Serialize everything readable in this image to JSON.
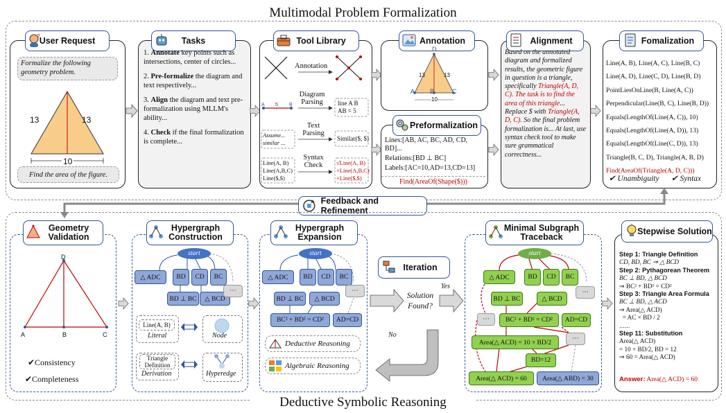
{
  "titles": {
    "top": "Multimodal Problem Formalization",
    "bottom": "Deductive Symbolic Reasoning",
    "feedback": "Feedback and Refinement"
  },
  "user_request": {
    "header": "User Request",
    "prompt": "Formalize the following geometry problem.",
    "side_left": "13",
    "side_right": "13",
    "base": "10",
    "question": "Find the area of the figure."
  },
  "tasks": {
    "header": "Tasks",
    "items": [
      {
        "num": "1.",
        "bold": "Annotate",
        "rest": " key points such as intersections, center of circles..."
      },
      {
        "num": "2.",
        "bold": "Pre-formalize",
        "rest": " the diagram and text respectively..."
      },
      {
        "num": "3.",
        "bold": "Align",
        "rest": " the diagram and text pre-formalization using MLLM's ability..."
      },
      {
        "num": "4.",
        "bold": "Check",
        "rest": " if the final formalization is complete..."
      }
    ]
  },
  "tool_library": {
    "header": "Tool Library",
    "annotation": "Annotation",
    "diagram_parsing": "Diagram Parsing",
    "dp_A": "A",
    "dp_5": "5",
    "dp_B": "B",
    "dp_out1": "line A B",
    "dp_out2": "AB = 5",
    "text_parsing": "Text Parsing",
    "tp_in1": "Assume...",
    "tp_in2": "similar ...",
    "tp_out": "Similar($, $)",
    "syntax_check": "Syntax Check",
    "sc_in": [
      "Line(A, B)",
      "Line(A,B,C)",
      "Line($,$)"
    ],
    "sc_out": [
      "√Line(A, B)",
      "×Line(A,B,C)",
      "×Line($,$)"
    ]
  },
  "annotation": {
    "header": "Annotation",
    "D": "D",
    "A": "A",
    "B": "B",
    "C": "C",
    "side_left": "13",
    "side_right": "13",
    "base": "10"
  },
  "preformalization": {
    "header": "Preformalization",
    "lines": [
      "Lines:[AB, AC, BC, AD, CD, BD]...",
      "Relations:[BD ⊥ BC]",
      "Labels:[AC=10,AD=13,CD=13]"
    ],
    "goal": "Find(AreaOf(Shape($)))"
  },
  "alignment": {
    "header": "Alignment",
    "t1": "Based on the annotated diagram and formalized results, the geometric figure in question is a triangle, specifically ",
    "r1": "Triangle(A, D, C). The task is to find the area of this triangle",
    "t2": "... Replace $ with ",
    "r2": "Triangle(A, D, C).",
    "t3": " So the final problem formalization is... At last, use syntax check tool to make sure grammatical correctness..."
  },
  "formalization": {
    "header": "Fomalization",
    "lines": [
      "Line(A, B), Line(A, C), Line(B, C)",
      "Line(A, D), Line(C, D), Line(B, D)",
      "PointLiesOnLine(B, Line(A, C))",
      "Perpendicular(Line(B, C), Line(B, D))",
      "Equals(LengthOf(Line(A, C)), 10)",
      "Equals(LengthOf(Line(A, D)), 13)",
      "Equals(LengthOf(Line(C, D)), 13)",
      "Triangle(B, C, D), Triangle(A, B, D)"
    ],
    "goal": "Find(AreaOf(Triangle(A, D, C)))",
    "check1": "✔ Unambiguity",
    "check2": "✔ Syntax"
  },
  "geometry_validation": {
    "header": "Geometry Validation",
    "D": "D",
    "A": "A",
    "B": "B",
    "C": "C",
    "check1": "✔Consistency",
    "check2": "✔Completeness"
  },
  "hyper_construction": {
    "header": "Hypergraph Construction",
    "start": "start",
    "n1": "△ ADC",
    "n2": "BD",
    "n3": "CD",
    "n4": "BC",
    "n5": "BD ⊥ BC",
    "n6": "△ BCD",
    "dots": "···",
    "literal_card": "Line(A, B)",
    "literal": "Literal",
    "node": "Node",
    "deriv_card": "Triangle Definition",
    "derivation": "Derivation",
    "hyperedge": "Hyperedge"
  },
  "hyper_expansion": {
    "header": "Hypergraph Expansion",
    "start": "start",
    "n1": "△ ADC",
    "n2": "BD",
    "n3": "CD",
    "n4": "BC",
    "n5": "BD ⊥ BC",
    "n6": "△ BCD",
    "dots": "···",
    "n7": "BC² + BD² = CD²",
    "n8": "AD=CD",
    "deductive": "Deductive Reasoning",
    "algebraic": "Algebraic Reasoning"
  },
  "iteration": {
    "header": "Iteration",
    "question_1": "Solution",
    "question_2": "Found?",
    "yes": "Yes",
    "no": "No"
  },
  "traceback": {
    "header": "Minimal Subgraph Traceback",
    "start": "start",
    "n1": "△ ADC",
    "n2": "BD",
    "n3": "CD",
    "n4": "BC",
    "n5": "BD ⊥ BC",
    "n6": "△ BCD",
    "dots": "···",
    "n7": "BC² + BD² = CD²",
    "n8": "AD=CD",
    "n9": "Area(△ ACD) = 10 × BD/2",
    "n10": "BD=12",
    "n11": "Area(△ ACD) = 60",
    "n12": "Area(△ ABD) = 30"
  },
  "solution": {
    "header": "Stepwise Solution",
    "lines": [
      {
        "b": true,
        "t": "Step 1: Triangle Definition"
      },
      {
        "b": false,
        "t": "CD, BD, BC ⇒ △ BCD"
      },
      {
        "b": true,
        "t": "Step 2: Pythagorean Theorem"
      },
      {
        "b": false,
        "t": "BC ⊥ BD, △ BCD"
      },
      {
        "b": false,
        "t": "⇒ BC² + BD² = CD²"
      },
      {
        "b": true,
        "t": "Step 3: Triangle Area Formula"
      },
      {
        "b": false,
        "t": "BC ⊥ BD, △ ACD"
      },
      {
        "b": false,
        "t": "⇒ Area(△ ACD)"
      },
      {
        "b": false,
        "t": "  = AC × BD / 2"
      },
      {
        "b": false,
        "t": "......"
      },
      {
        "b": true,
        "t": "Step 11: Substitution"
      },
      {
        "b": false,
        "t": "Area(△ ACD)"
      },
      {
        "b": false,
        "t": "= 10 × BD/2, BD = 12"
      },
      {
        "b": false,
        "t": "⇒ 60 = Area(△ ACD)"
      }
    ],
    "answer_label": "Answer:",
    "answer": " Area(△ ACD) = 60"
  }
}
